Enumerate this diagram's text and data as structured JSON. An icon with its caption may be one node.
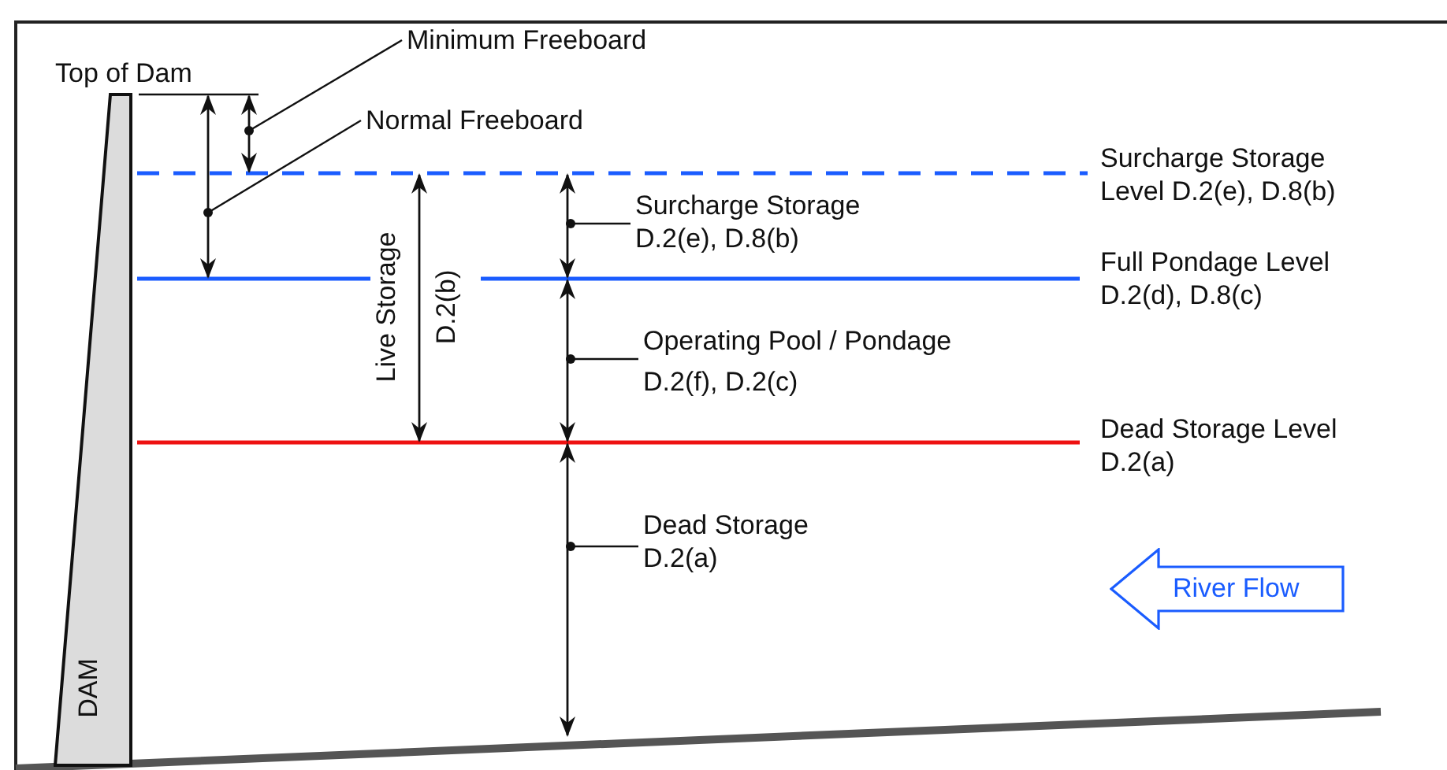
{
  "diagram": {
    "nodes": [
      {
        "text": [
          "DAM"
        ],
        "beside": [
          "Top of Dam"
        ]
      },
      {
        "text": [
          "Minimum Freeboard"
        ]
      },
      {
        "text": [
          "Normal Freeboard"
        ]
      },
      {
        "text": [
          "Surcharge Storage",
          "D.2(e), D.8(b)"
        ]
      },
      {
        "text": [
          "Operating Pool / Pondage",
          "D.2(f), D.2(c)"
        ]
      },
      {
        "text": [
          "Dead Storage",
          "D.2(a)"
        ]
      },
      {
        "text": [
          "River Flow"
        ]
      }
    ],
    "edges": [
      {
        "from": 1,
        "to": null,
        "arrow": "other"
      },
      {
        "from": 2,
        "to": null,
        "arrow": "other"
      },
      {
        "from": 3,
        "to": null,
        "arrow": "other"
      },
      {
        "from": 4,
        "to": null,
        "arrow": "other"
      },
      {
        "from": 5,
        "to": null,
        "arrow": "other"
      }
    ],
    "labels": [
      "Surcharge Storage Level D.2(e), D.8(b)",
      "Full Pondage Level D.2(d), D.8(c)",
      "Live Storage",
      "D.2(b)",
      "Dead Storage Level D.2(a)"
    ]
  }
}
